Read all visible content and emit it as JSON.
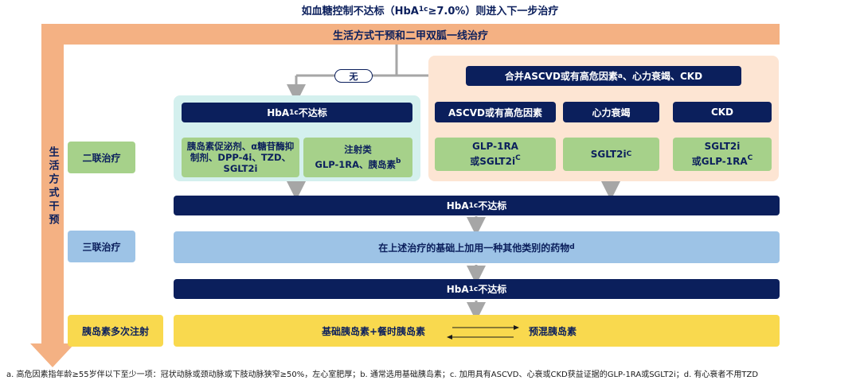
{
  "title": {
    "prefix": "如血糖控制不达标（HbA",
    "sub": "1c",
    "suffix": "≥7.0%）则进入下一步治疗"
  },
  "lifestyle_bar": "生活方式干预和二甲双胍一线治疗",
  "lifestyle_vertical": "生活方式干预",
  "none_label": "无",
  "comorbid_header": {
    "text": "合并ASCVD或有高危因素",
    "sup": "a",
    "suffix": "、心力衰竭、CKD"
  },
  "hba1c_box": {
    "prefix": "HbA",
    "sub": "1c",
    "suffix": "不达标"
  },
  "oral_options": "胰岛素促泌剂、α糖苷酶抑制剂、DPP-4i、TZD、SGLT2i",
  "inject_options": {
    "line1": "注射类",
    "line2": "GLP-1RA、胰岛素",
    "sup": "b"
  },
  "ascvd_header": "ASCVD或有高危因素",
  "hf_header": "心力衰竭",
  "ckd_header": "CKD",
  "ascvd_drug": {
    "line1": "GLP-1RA",
    "line2": "或SGLT2i",
    "sup": "C"
  },
  "hf_drug": {
    "line1": "SGLT2i",
    "sup": "C"
  },
  "ckd_drug": {
    "line1": "SGLT2i",
    "line2": "或GLP-1RA",
    "sup": "C"
  },
  "dual_label": "二联治疗",
  "triple_label": "三联治疗",
  "insulin_label": "胰岛素多次注射",
  "triple_text": {
    "text": "在上述治疗的基础上加用一种其他类别的药物",
    "sup": "d"
  },
  "insulin_left": "基础胰岛素+餐时胰岛素",
  "insulin_right": "预混胰岛素",
  "footnote": "a. 高危因素指年龄≥55岁伴以下至少一项：冠状动脉或颈动脉或下肢动脉狭窄≥50%，左心室肥厚；b. 通常选用基础胰岛素；c. 加用具有ASCVD、心衰或CKD获益证据的GLP-1RA或SGLT2i；d. 有心衰者不用TZD",
  "colors": {
    "navy": "#0b1f5c",
    "orange": "#f4b183",
    "green": "#a6d18a",
    "light_blue": "#9dc3e6",
    "yellow": "#f9d94e",
    "teal_panel": "#d4f0ee",
    "peach_panel": "#fde5d3",
    "arrow_gray": "#a6a6a6"
  }
}
